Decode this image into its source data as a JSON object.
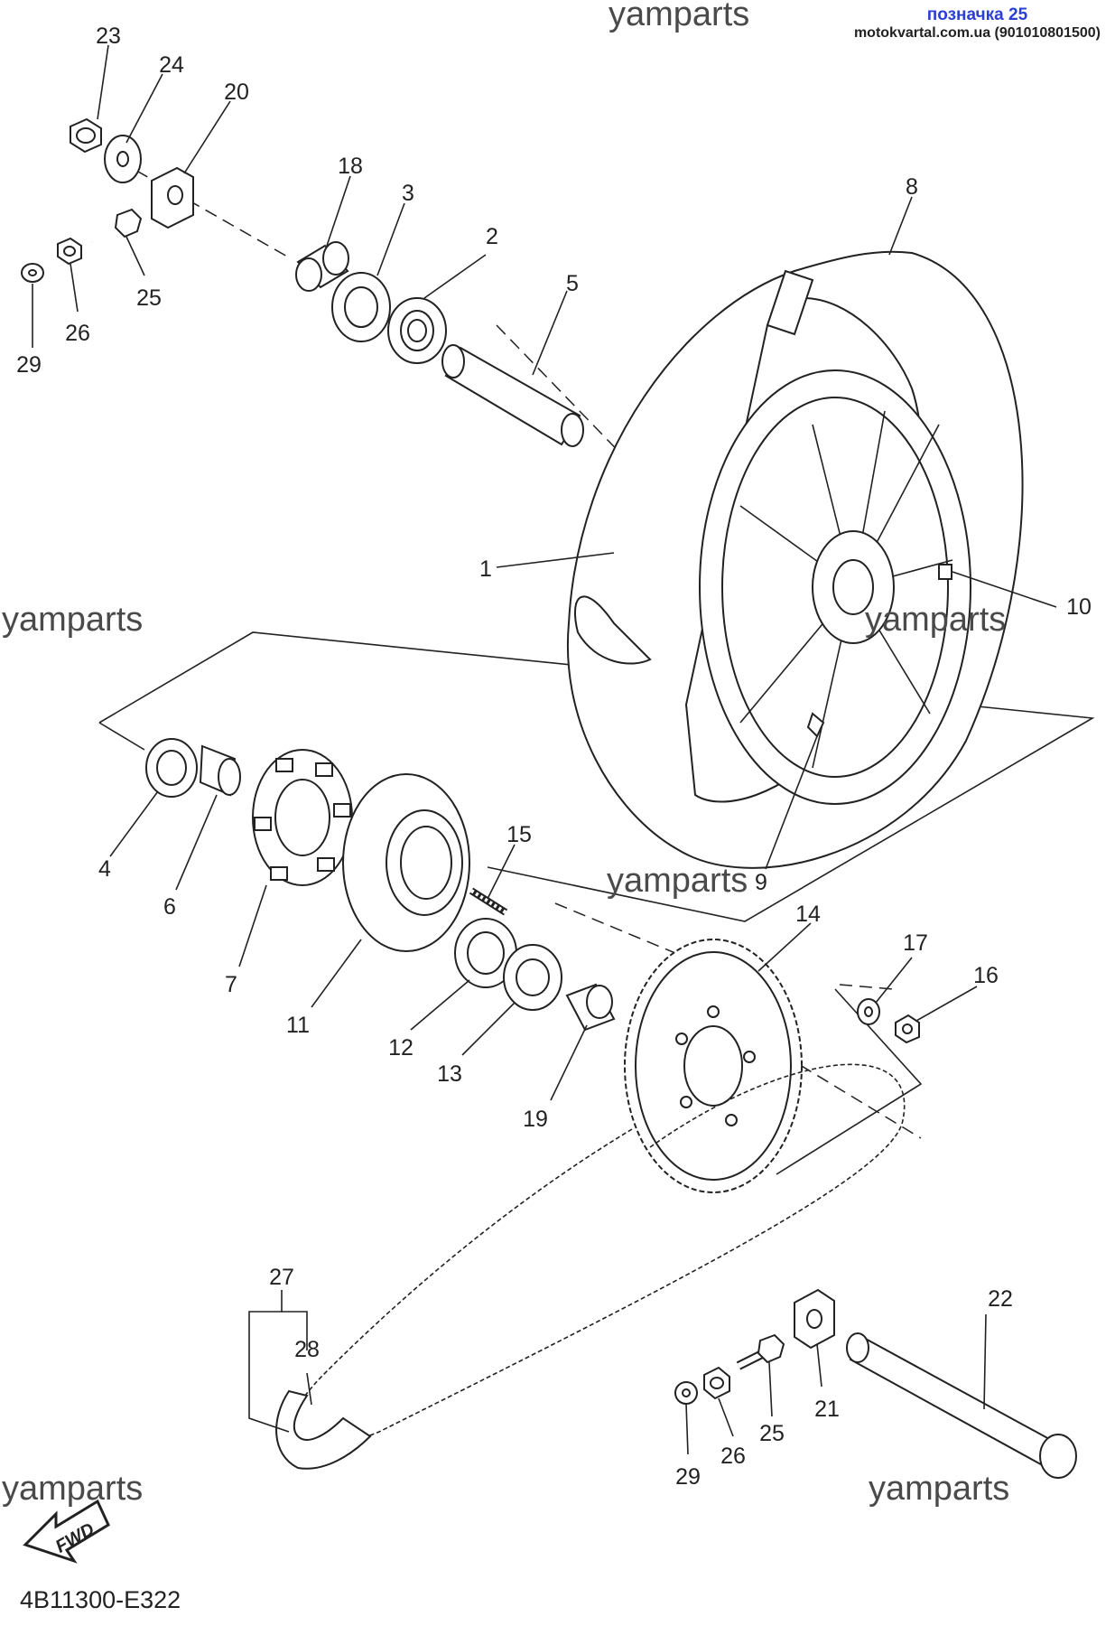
{
  "header": {
    "label": "позначка 25",
    "site": "motokvartal.com.ua (901010801500)"
  },
  "watermarks": [
    "yamparts",
    "yamparts",
    "yamparts",
    "yamparts",
    "yamparts",
    "yamparts"
  ],
  "diagram_code": "4B11300-E322",
  "fwd_label": "FWD",
  "callouts": [
    "23",
    "24",
    "20",
    "18",
    "3",
    "2",
    "5",
    "8",
    "25",
    "26",
    "29",
    "1",
    "10",
    "15",
    "4",
    "6",
    "7",
    "11",
    "12",
    "13",
    "19",
    "9",
    "14",
    "17",
    "16",
    "27",
    "28",
    "22",
    "21",
    "25",
    "26",
    "29"
  ]
}
